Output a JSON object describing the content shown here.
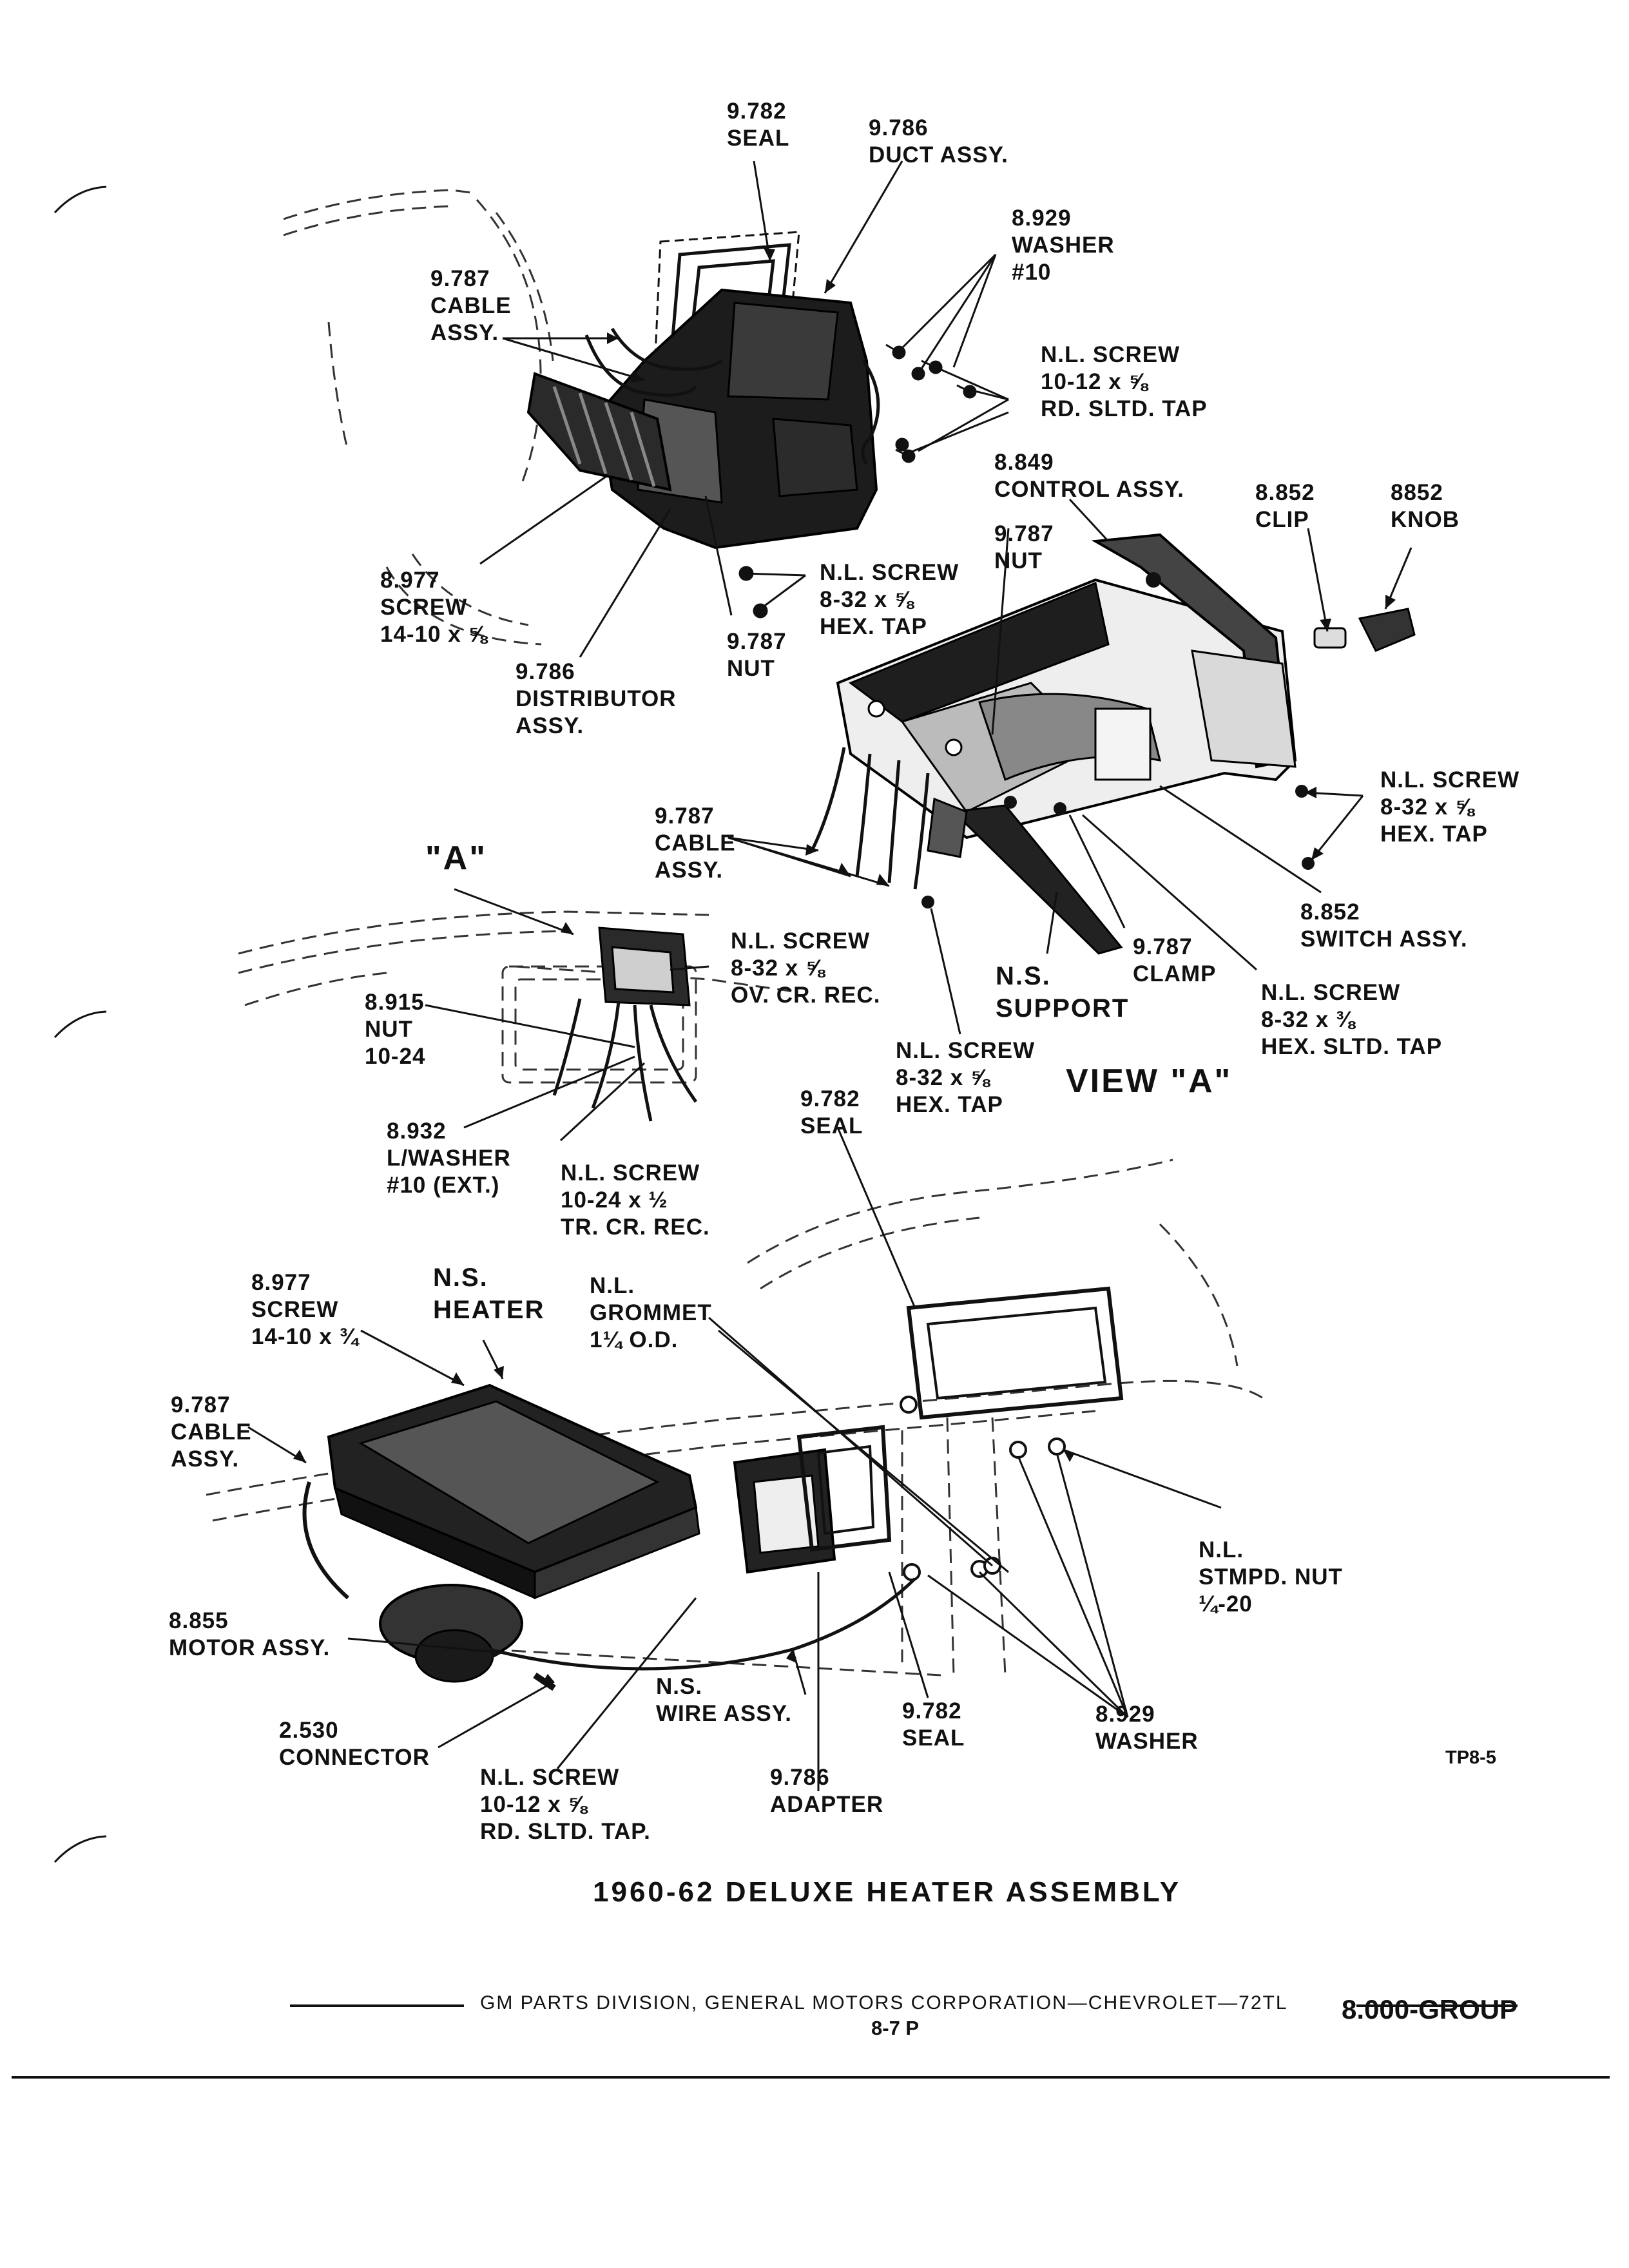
{
  "labels": {
    "seal_top": [
      "9.782",
      "SEAL"
    ],
    "duct_assy": [
      "9.786",
      "DUCT ASSY."
    ],
    "washer_10": [
      "8.929",
      "WASHER",
      "#10"
    ],
    "cable_top": [
      "9.787",
      "CABLE",
      "ASSY."
    ],
    "screw_rd_top": [
      "N.L. SCREW",
      "10-12 x ⅝",
      "RD. SLTD. TAP"
    ],
    "control_assy": [
      "8.849",
      "CONTROL ASSY."
    ],
    "clip": [
      "8.852",
      "CLIP"
    ],
    "knob": [
      "8852",
      "KNOB"
    ],
    "nut_control": [
      "9.787",
      "NUT"
    ],
    "screw_14_top": [
      "8.977",
      "SCREW",
      "14-10 x ⅝"
    ],
    "screw_hex_duct": [
      "N.L. SCREW",
      "8-32 x ⅝",
      "HEX. TAP"
    ],
    "nut_duct": [
      "9.787",
      "NUT"
    ],
    "distributor": [
      "9.786",
      "DISTRIBUTOR",
      "ASSY."
    ],
    "screw_hex_right": [
      "N.L. SCREW",
      "8-32 x ⅝",
      "HEX. TAP"
    ],
    "cable_mid": [
      "9.787",
      "CABLE",
      "ASSY."
    ],
    "screw_ov": [
      "N.L. SCREW",
      "8-32 x ⅝",
      "OV. CR. REC."
    ],
    "switch_assy": [
      "8.852",
      "SWITCH ASSY."
    ],
    "nut_1024": [
      "8.915",
      "NUT",
      "10-24"
    ],
    "clamp": [
      "9.787",
      "CLAMP"
    ],
    "ns_support": [
      "N.S.",
      "SUPPORT"
    ],
    "screw_sltd_right": [
      "N.L. SCREW",
      "8-32 x ⅜",
      "HEX. SLTD. TAP"
    ],
    "screw_hex_mid": [
      "N.L. SCREW",
      "8-32 x ⅝",
      "HEX. TAP"
    ],
    "seal_mid": [
      "9.782",
      "SEAL"
    ],
    "lwasher": [
      "8.932",
      "L/WASHER",
      "#10 (EXT.)"
    ],
    "screw_tr": [
      "N.L. SCREW",
      "10-24 x ½",
      "TR. CR. REC."
    ],
    "screw_14_bottom": [
      "8.977",
      "SCREW",
      "14-10 x ¾"
    ],
    "ns_heater": [
      "N.S.",
      "HEATER"
    ],
    "grommet": [
      "N.L.",
      "GROMMET",
      "1¼ O.D."
    ],
    "cable_bottom": [
      "9.787",
      "CABLE",
      "ASSY."
    ],
    "stmpd_nut": [
      "N.L.",
      "STMPD. NUT",
      "¼-20"
    ],
    "motor_assy": [
      "8.855",
      "MOTOR ASSY."
    ],
    "connector": [
      "2.530",
      "CONNECTOR"
    ],
    "wire_assy": [
      "N.S.",
      "WIRE ASSY."
    ],
    "seal_bottom": [
      "9.782",
      "SEAL"
    ],
    "washer_bottom": [
      "8.929",
      "WASHER"
    ],
    "screw_rd_bottom": [
      "N.L. SCREW",
      "10-12 x ⅝",
      "RD. SLTD. TAP."
    ],
    "adapter": [
      "9.786",
      "ADAPTER"
    ]
  },
  "markers": {
    "view_a": "VIEW \"A\"",
    "a": "\"A\"",
    "figure_code": "TP8-5"
  },
  "title": "1960-62  DELUXE  HEATER  ASSEMBLY",
  "footer": {
    "text": "GM PARTS DIVISION, GENERAL MOTORS CORPORATION—CHEVROLET—72TL",
    "page": "8-7  P",
    "group": "8.000-GROUP"
  }
}
